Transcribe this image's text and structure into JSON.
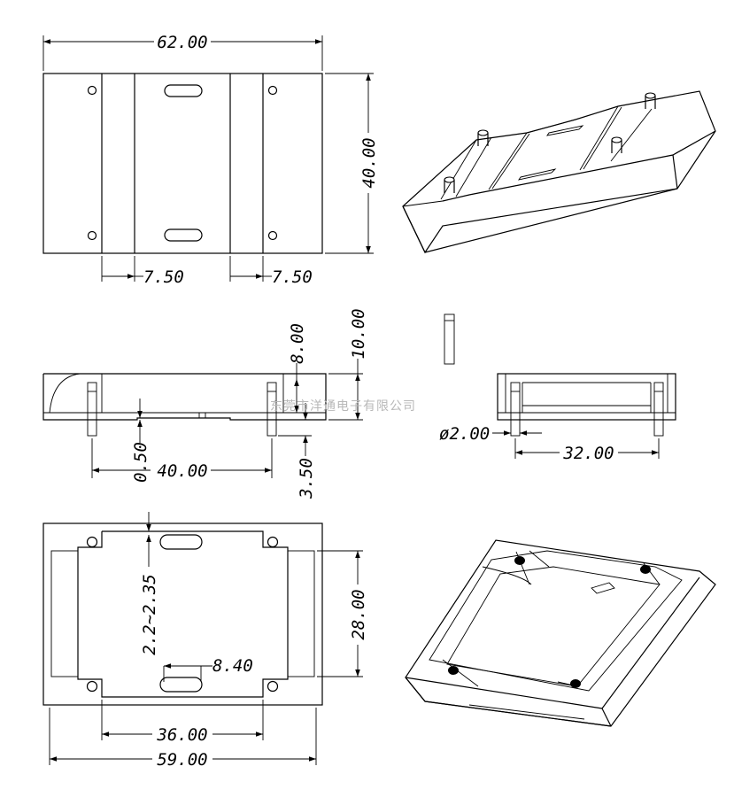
{
  "dimensions": {
    "top_width": "62.00",
    "top_height": "40.00",
    "top_left_offset": "7.50",
    "top_right_offset": "7.50",
    "side_height_total": "10.00",
    "side_height": "8.00",
    "side_pin_spacing": "40.00",
    "side_step": "0.50",
    "side_pin_length": "3.50",
    "end_pin_diameter": "ø2.00",
    "end_pin_spacing": "32.00",
    "bottom_wall": "2.2~2.35",
    "bottom_height": "28.00",
    "bottom_slot": "8.40",
    "bottom_inner_width": "36.00",
    "bottom_outer_width": "59.00"
  },
  "watermark": "东莞市洋通电子有限公司",
  "colors": {
    "line": "#000000",
    "watermark": "#b8b8b8",
    "background": "#ffffff"
  }
}
